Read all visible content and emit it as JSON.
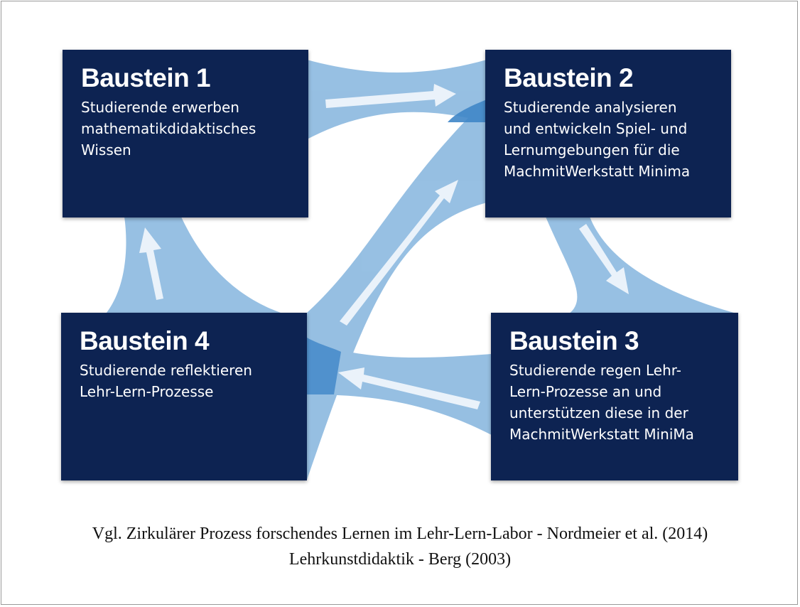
{
  "boxes": [
    {
      "title": "Baustein 1",
      "lines": [
        "Studierende erwerben",
        "mathematikdidaktisches",
        "Wissen"
      ]
    },
    {
      "title": "Baustein 2",
      "lines": [
        "Studierende analysieren",
        "und entwickeln Spiel- und",
        "Lernumgebungen für die",
        "MachmitWerkstatt Minima"
      ]
    },
    {
      "title": "Baustein 3",
      "lines": [
        "Studierende regen Lehr-",
        "Lern-Prozesse an und",
        "unterstützen diese in der",
        "MachmitWerkstatt MiniMa"
      ]
    },
    {
      "title": "Baustein 4",
      "lines": [
        "Studierende reflektieren",
        "Lehr-Lern-Prozesse"
      ]
    }
  ],
  "caption": {
    "line1": "Vgl.  Zirkulärer Prozess forschendes Lernen im Lehr-Lern-Labor - Nordmeier et al. (2014)",
    "line2": "Lehrkunstdidaktik - Berg (2003)"
  },
  "colors": {
    "box": "#0d2352",
    "flow": "#7aaedb",
    "flow_overlap": "#3f86c8",
    "arrow": "#e8f0f8"
  }
}
